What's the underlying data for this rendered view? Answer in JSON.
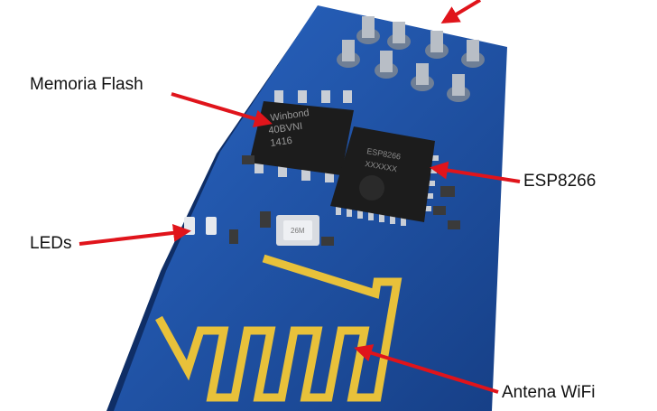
{
  "labels": {
    "flash": "Memoria Flash",
    "esp": "ESP8266",
    "leds": "LEDs",
    "antenna": "Antena WiFi"
  },
  "chips": {
    "flash_marking": [
      "Winbond",
      "40BVNI",
      "1416"
    ],
    "esp_marking": [
      "ESP8266",
      "XXXXXX"
    ],
    "crystal_marking": "26M"
  },
  "colors": {
    "board": "#1b4fa0",
    "board_dark": "#143b7c",
    "gold": "#e8c13a",
    "chip": "#1c1c1c",
    "arrow": "#e0141b"
  }
}
